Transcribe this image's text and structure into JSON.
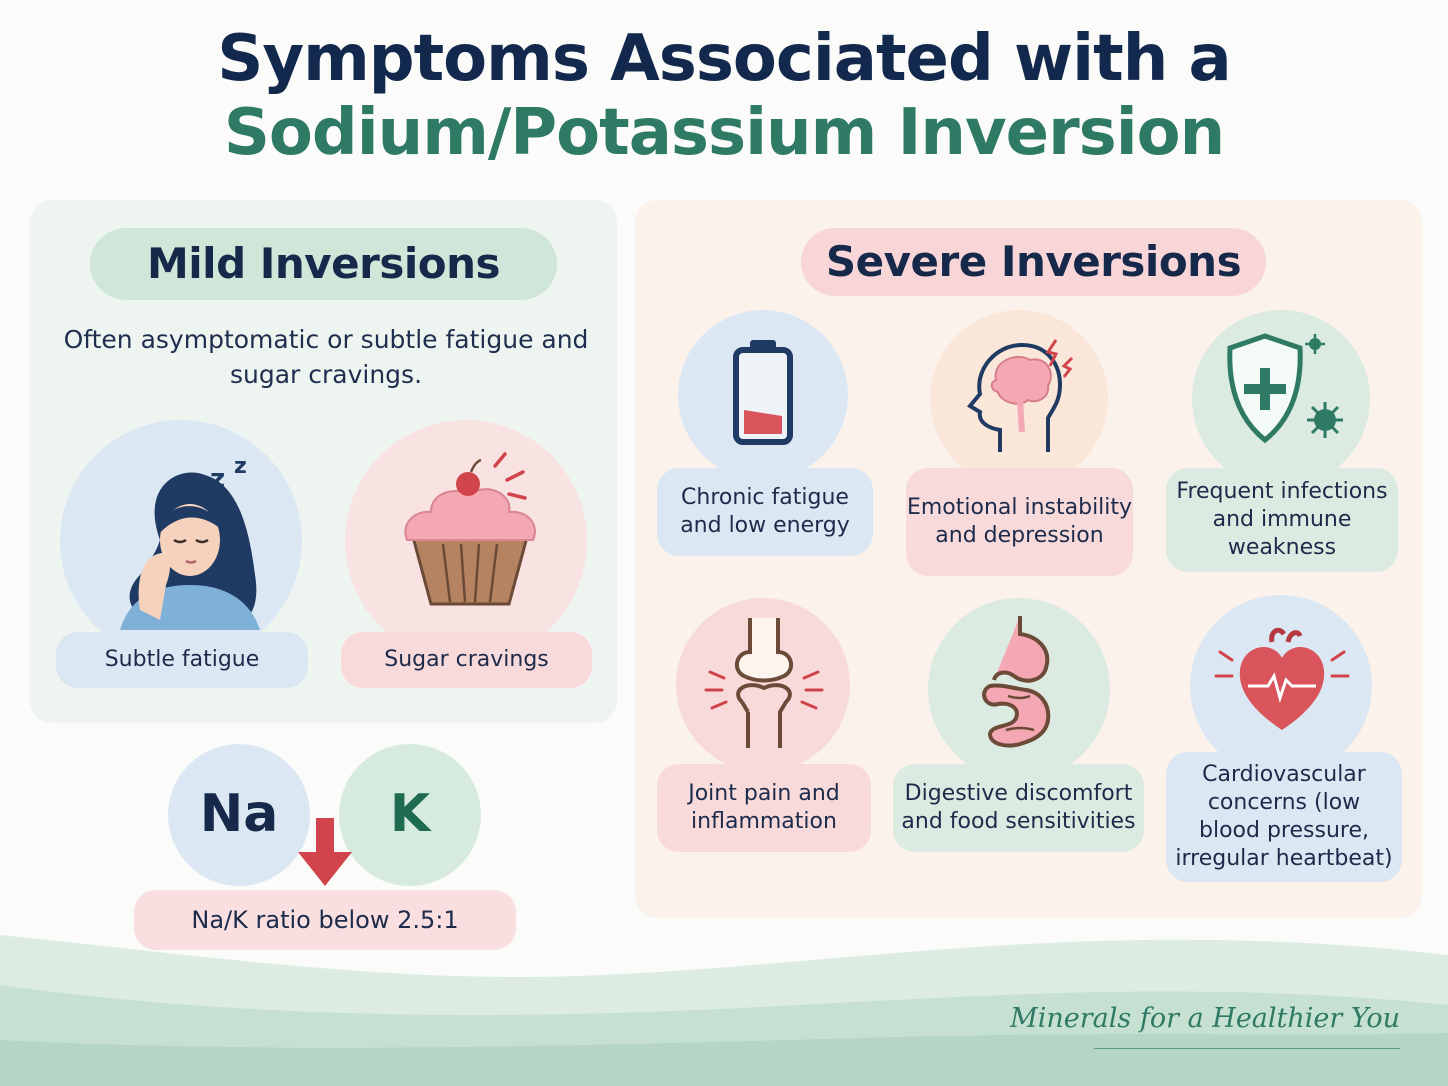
{
  "title": {
    "line1": "Symptoms Associated with a",
    "line2": "Sodium/Potassium Inversion"
  },
  "mild": {
    "heading": "Mild Inversions",
    "description": "Often asymptomatic or subtle fatigue and sugar cravings.",
    "items": [
      {
        "label": "Subtle fatigue",
        "icon": "sleepy-person-icon"
      },
      {
        "label": "Sugar cravings",
        "icon": "cupcake-icon"
      }
    ]
  },
  "ratio": {
    "na": "Na",
    "k": "K",
    "label": "Na/K ratio below 2.5:1",
    "icon": "down-arrow-icon"
  },
  "severe": {
    "heading": "Severe Inversions",
    "items": [
      {
        "label": "Chronic fatigue and low energy",
        "icon": "low-battery-icon"
      },
      {
        "label": "Emotional instability and depression",
        "icon": "head-brain-icon"
      },
      {
        "label": "Frequent infections and immune weakness",
        "icon": "shield-plus-icon"
      },
      {
        "label": "Joint pain and inflammation",
        "icon": "joint-icon"
      },
      {
        "label": "Digestive discomfort and food sensitivities",
        "icon": "digestive-system-icon"
      },
      {
        "label": "Cardiovascular concerns (low blood pressure, irregular heartbeat)",
        "icon": "heart-pulse-icon"
      }
    ]
  },
  "footer": "Minerals for a Healthier You",
  "colors": {
    "navy": "#13284d",
    "teal": "#2f7a64",
    "red": "#d2444c",
    "mild_panel": "#eef5f0",
    "severe_panel": "#fbf2ec"
  }
}
